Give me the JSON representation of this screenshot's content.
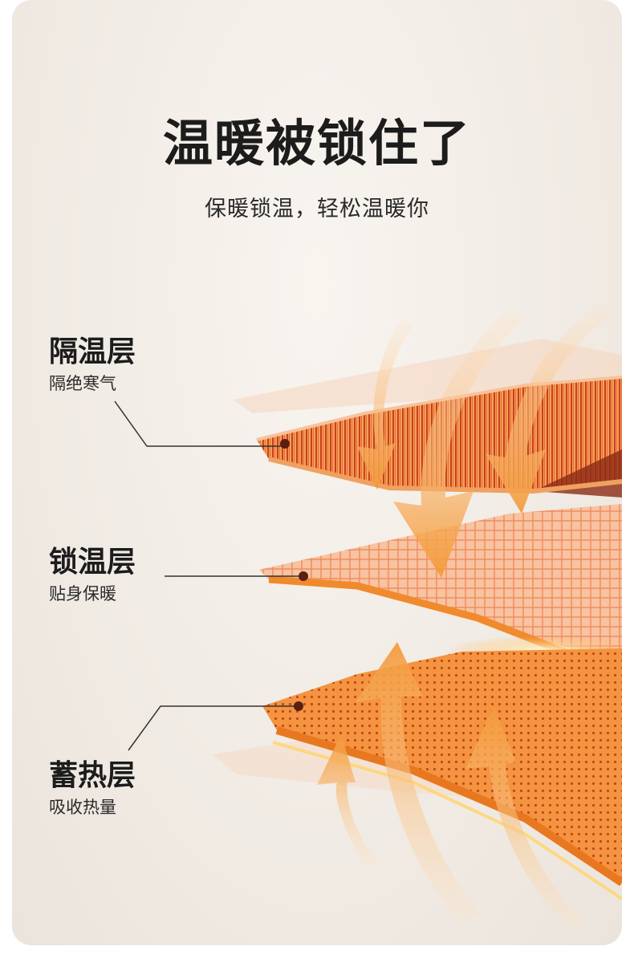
{
  "header": {
    "title": "温暖被锁住了",
    "subtitle": "保暖锁温，轻松温暖你"
  },
  "layers": [
    {
      "name": "隔温层",
      "description": "隔绝寒气"
    },
    {
      "name": "锁温层",
      "description": "贴身保暖"
    },
    {
      "name": "蓄热层",
      "description": "吸收热量"
    }
  ],
  "colors": {
    "background": "#efe9e2",
    "accent_orange": "#f08a2c",
    "dark_stripe": "#b3361b",
    "pointer": "#5a1e12"
  }
}
